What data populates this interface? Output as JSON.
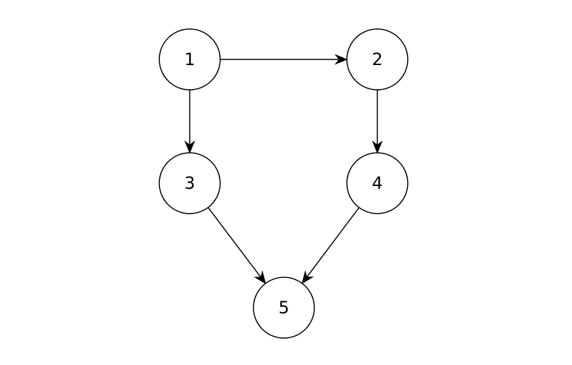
{
  "diagram": {
    "type": "directed-graph",
    "nodes": [
      {
        "id": "1",
        "label": "1"
      },
      {
        "id": "2",
        "label": "2"
      },
      {
        "id": "3",
        "label": "3"
      },
      {
        "id": "4",
        "label": "4"
      },
      {
        "id": "5",
        "label": "5"
      }
    ],
    "edges": [
      {
        "from": "1",
        "to": "2"
      },
      {
        "from": "1",
        "to": "3"
      },
      {
        "from": "2",
        "to": "4"
      },
      {
        "from": "3",
        "to": "5"
      },
      {
        "from": "4",
        "to": "5"
      }
    ],
    "colors": {
      "stroke": "#000000",
      "node_fill": "#ffffff",
      "background": "#ffffff"
    }
  }
}
